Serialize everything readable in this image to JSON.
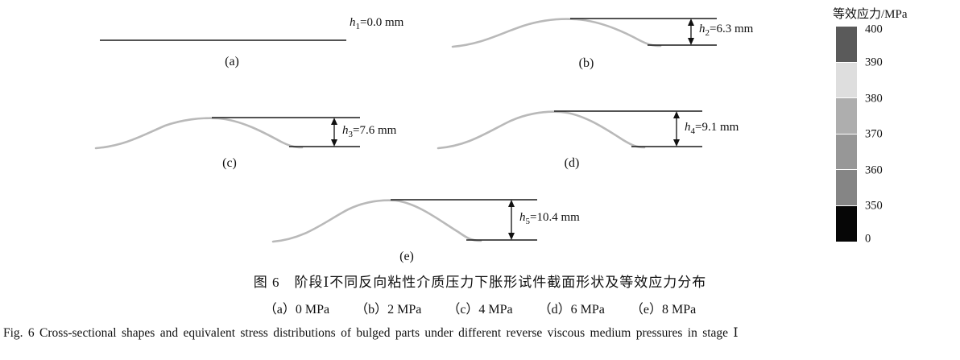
{
  "figure": {
    "caption_cn": "图 6　阶段Ⅰ不同反向粘性介质压力下胀形试件截面形状及等效应力分布",
    "subcaption_items": [
      "（a）0 MPa",
      "（b）2 MPa",
      "（c）4 MPa",
      "（d）6 MPa",
      "（e）8 MPa"
    ],
    "caption_en": "Fig. 6   Cross-sectional shapes and equivalent stress distributions of bulged parts under different reverse viscous medium pressures in stage Ⅰ"
  },
  "panels": [
    {
      "letter": "(a)",
      "h_var": "h",
      "h_sub": "1",
      "h_rest": "=0.0 mm"
    },
    {
      "letter": "(b)",
      "h_var": "h",
      "h_sub": "2",
      "h_rest": "=6.3 mm"
    },
    {
      "letter": "(c)",
      "h_var": "h",
      "h_sub": "3",
      "h_rest": "=7.6 mm"
    },
    {
      "letter": "(d)",
      "h_var": "h",
      "h_sub": "4",
      "h_rest": "=9.1 mm"
    },
    {
      "letter": "(e)",
      "h_var": "h",
      "h_sub": "5",
      "h_rest": "=10.4 mm"
    }
  ],
  "colorbar": {
    "title": "等效应力/MPa",
    "labels": [
      "400",
      "390",
      "380",
      "370",
      "360",
      "350",
      "0"
    ],
    "segments": [
      {
        "range": "400-390",
        "color": "#5a5a5a"
      },
      {
        "range": "390-380",
        "color": "#dedede"
      },
      {
        "range": "380-370",
        "color": "#aeaeae"
      },
      {
        "range": "370-360",
        "color": "#979797"
      },
      {
        "range": "360-350",
        "color": "#858585"
      },
      {
        "range": "350-0",
        "color": "#060606"
      }
    ]
  },
  "chart_data": {
    "type": "line",
    "title": "阶段Ⅰ不同反向粘性介质压力下胀形试件截面形状及等效应力分布",
    "description": "Cross-sectional bulge profiles at five reverse viscous medium pressures; bulge height h measured between crest reference line and right baseline",
    "pressures_MPa": [
      0,
      2,
      4,
      6,
      8
    ],
    "bulge_heights_mm": [
      0.0,
      6.3,
      7.6,
      9.1,
      10.4
    ],
    "colorbar": {
      "label": "等效应力/MPa",
      "ticks": [
        400,
        390,
        380,
        370,
        360,
        350,
        0
      ]
    }
  }
}
